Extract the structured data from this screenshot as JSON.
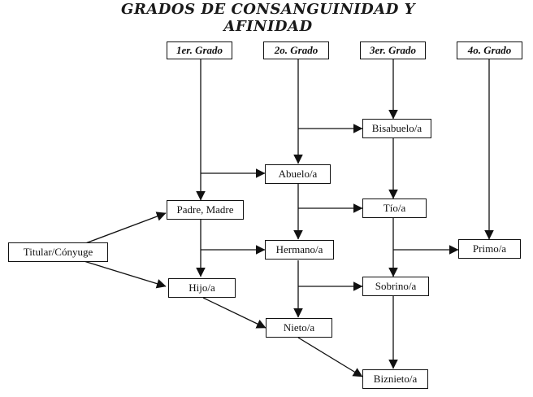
{
  "title": "GRADOS DE CONSANGUINIDAD Y AFINIDAD",
  "grades": {
    "g1": "1er. Grado",
    "g2": "2o. Grado",
    "g3": "3er. Grado",
    "g4": "4o. Grado"
  },
  "nodes": {
    "titular": "Titular/Cónyuge",
    "padre": "Padre, Madre",
    "hijo": "Hijo/a",
    "abuelo": "Abuelo/a",
    "hermano": "Hermano/a",
    "nieto": "Nieto/a",
    "bisabuelo": "Bisabuelo/a",
    "tio": "Tío/a",
    "sobrino": "Sobrino/a",
    "biznieto": "Biznieto/a",
    "primo": "Primo/a"
  },
  "line_color": "#111111"
}
